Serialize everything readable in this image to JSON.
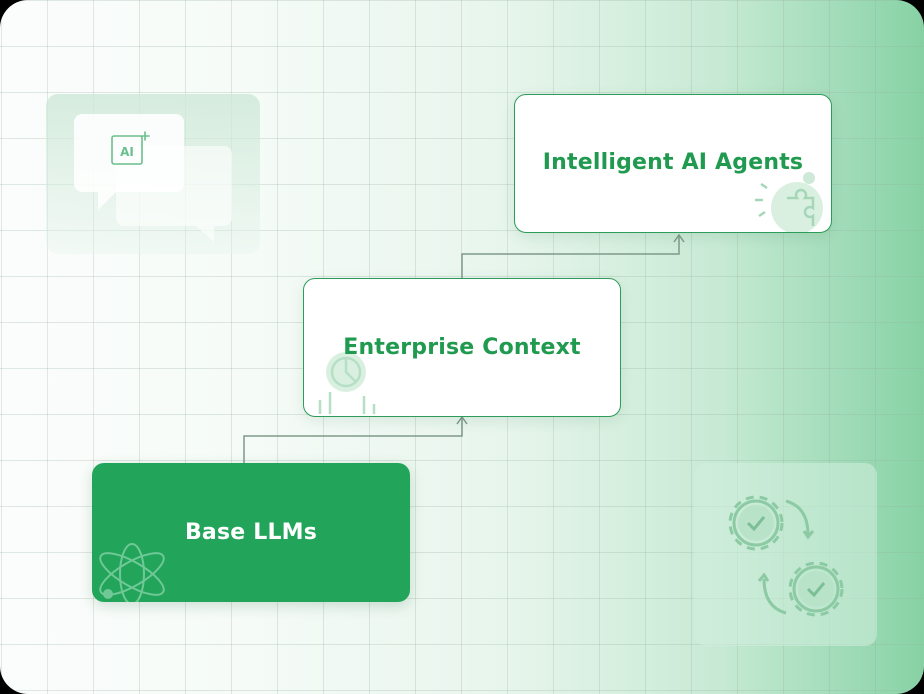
{
  "diagram": {
    "steps": [
      {
        "label": "Base LLMs",
        "icon": "atom-icon"
      },
      {
        "label": "Enterprise Context",
        "icon": "analytics-chart-icon"
      },
      {
        "label": "Intelligent AI Agents",
        "icon": "puzzle-gear-icon"
      }
    ],
    "decorations": {
      "ai_chat_badge": "AI",
      "gears_icon": "gears-cycle-icon",
      "chat_icon": "ai-chat-bubbles-icon"
    }
  },
  "colors": {
    "accent": "#22a55a",
    "text_green": "#1f9a4f",
    "border": "#2d9b5a",
    "background_gradient_end": "#87d2a5"
  }
}
